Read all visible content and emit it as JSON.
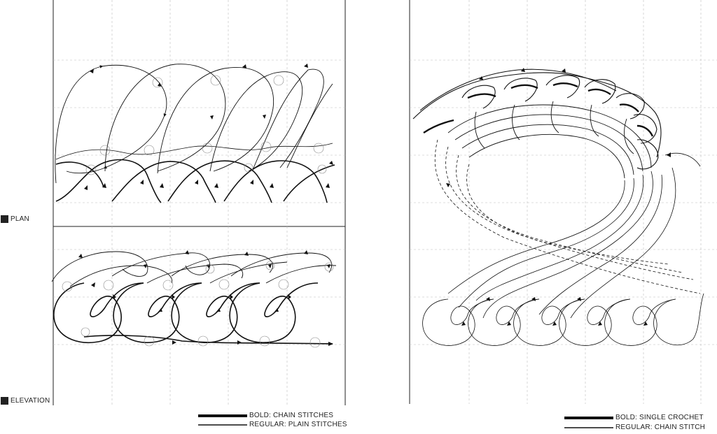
{
  "labels": {
    "plan": "PLAN",
    "elevation": "ELEVATION"
  },
  "legend_left": {
    "bold": "BOLD: CHAIN STITCHES",
    "regular": "REGULAR: PLAIN STITCHES"
  },
  "legend_right": {
    "bold": "BOLD: SINGLE CROCHET",
    "regular": "REGULAR: CHAIN STITCH"
  },
  "colors": {
    "ink": "#111111",
    "grid": "#bdbdbd"
  }
}
